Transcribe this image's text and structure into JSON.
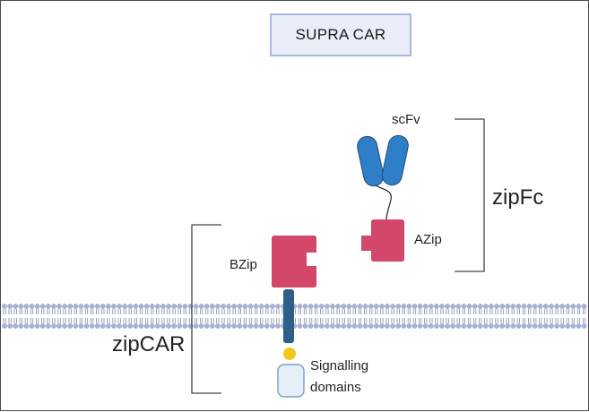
{
  "title": "SUPRA CAR",
  "labels": {
    "scfv": "scFv",
    "azip": "AZip",
    "bzip": "BZip",
    "zipfc": "zipFc",
    "zipcar": "zipCAR",
    "signalling_line1": "Signalling",
    "signalling_line2": "domains"
  },
  "colors": {
    "zip_domain": "#d2476a",
    "scfv": "#2f7fc8",
    "transmembrane": "#2e5f88",
    "hinge_dot": "#f2c81a",
    "signalling_fill": "#e6eef8",
    "signalling_border": "#7e9bc4",
    "membrane_head": "#a5b1d6",
    "membrane_tail": "#7f8aa3",
    "bracket": "#444444",
    "title_fill": "#e9eef9",
    "title_border": "#a9b7de"
  }
}
